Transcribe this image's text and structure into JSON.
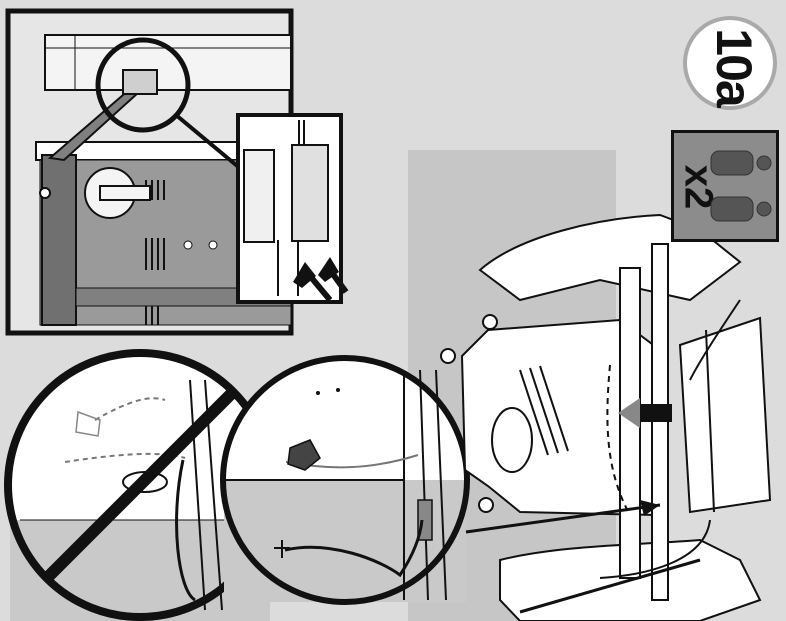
{
  "step": {
    "label": "10a"
  },
  "people": {
    "count_label": "x2",
    "icon": "person-icon"
  },
  "panels": {
    "inset_top": "bracket-detail",
    "circle_wrong": "prohibited-cable-routing",
    "circle_right": "correct-cable-routing"
  },
  "colors": {
    "background": "#dcdcdc",
    "badge_fill": "#8c8c8c",
    "line": "#111111",
    "guide_band": "#c3c3c3"
  }
}
